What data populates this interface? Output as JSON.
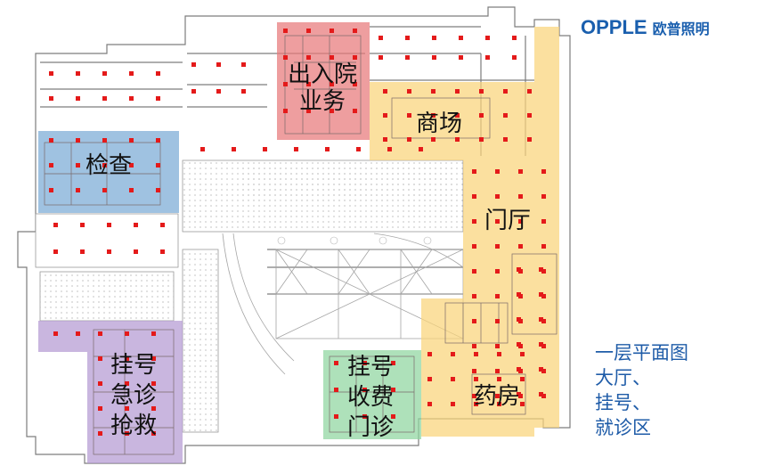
{
  "logo": {
    "wordmark": "OPPLE",
    "chinese": "欧普照明",
    "color": "#1a5fae"
  },
  "caption": {
    "lines": [
      "一层平面图",
      "大厅、",
      "挂号、",
      "就诊区"
    ],
    "color": "#1f5ca8"
  },
  "zones": {
    "admission": {
      "lines": [
        "出入院",
        "业务"
      ],
      "color": "#e8787a"
    },
    "mall": {
      "lines": [
        "商场"
      ],
      "color": "#fad47a"
    },
    "exam": {
      "lines": [
        "检查"
      ],
      "color": "#7aaad6"
    },
    "lobby": {
      "lines": [
        "门厅"
      ],
      "color": "#fad47a"
    },
    "emergency": {
      "lines": [
        "挂号",
        "急诊",
        "抢救"
      ],
      "color": "#b49ad2"
    },
    "registration": {
      "lines": [
        "挂号",
        "收费",
        "门诊"
      ],
      "color": "#8fd6a0"
    },
    "pharmacy": {
      "lines": [
        "药房"
      ],
      "color": "#fad47a"
    }
  },
  "fixture_color": "#e41a1a"
}
